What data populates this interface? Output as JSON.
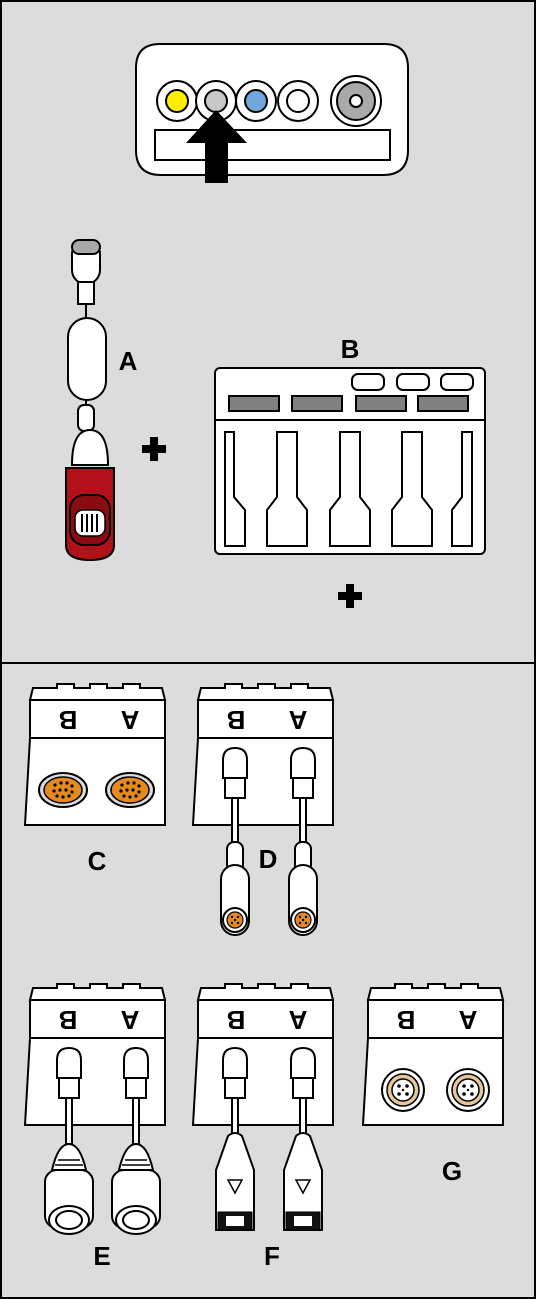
{
  "panels": [
    {
      "id": "top",
      "background": "#dcdcdc"
    },
    {
      "id": "bottom",
      "background": "#dcdcdc"
    }
  ],
  "socket_colors": {
    "yellow": "#ffee00",
    "gray": "#c8c8c8",
    "blue": "#6fa6dc",
    "white": "#ffffff",
    "dark": "#a9a9a9",
    "red": "#b3111a",
    "orange": "#e58a1f"
  },
  "labels": {
    "a": "A",
    "b": "B",
    "c": "C",
    "d": "D",
    "e": "E",
    "f": "F",
    "g": "G"
  },
  "module_letters": {
    "left": "B",
    "right": "A"
  },
  "symbols": {
    "plus": "plus-icon",
    "arrow": "up-arrow-icon"
  }
}
